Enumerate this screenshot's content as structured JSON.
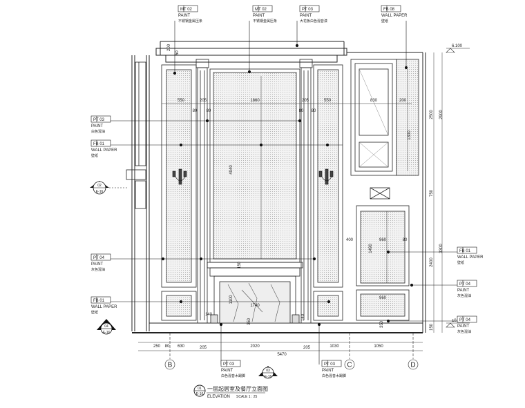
{
  "callouts_top": [
    {
      "code": "MT 02",
      "type": "PAINT",
      "note": "不锈钢金属压条"
    },
    {
      "code": "MT 02",
      "type": "PAINT",
      "note": "不锈钢金属压条"
    },
    {
      "code": "PT 03",
      "type": "PAINT",
      "note": "大花板白色混音漆"
    },
    {
      "code": "FB 08",
      "type": "WALL PAPER",
      "note": "壁纸"
    }
  ],
  "callouts_left": [
    {
      "code": "PT 03",
      "type": "PAINT",
      "note": "白色混油"
    },
    {
      "code": "FB 01",
      "type": "WALL PAPER",
      "note": "壁纸"
    },
    {
      "code": "PT 04",
      "type": "PAINT",
      "note": "灰色混油"
    },
    {
      "code": "FB 01",
      "type": "WALL PAPER",
      "note": "壁纸"
    }
  ],
  "callouts_right": [
    {
      "code": "FB 01",
      "type": "WALL PAPER",
      "note": "壁纸"
    },
    {
      "code": "PT 04",
      "type": "PAINT",
      "note": "灰色混油"
    },
    {
      "code": "PT 04",
      "type": "PAINT",
      "note": "灰色混油"
    }
  ],
  "callouts_bottom": [
    {
      "code": "PT 03",
      "type": "PAINT",
      "note": "白色混音木踢脚"
    },
    {
      "code": "PT 03",
      "type": "PAINT",
      "note": "白色混音木踢脚"
    }
  ],
  "section_marks": [
    {
      "num": "02",
      "sheet": "E-16"
    },
    {
      "num": "04",
      "sheet": "E-16"
    },
    {
      "num": "03",
      "sheet": "E-16"
    }
  ],
  "dims": {
    "top_200": "200",
    "top_50": "50",
    "w_550_left": "550",
    "w_1860": "1860",
    "w_550_right": "550",
    "w_205_a": "205",
    "w_205_b": "205",
    "w_80_a": "80",
    "w_80_b": "80",
    "w_80_c": "80",
    "w_80_d": "80",
    "w_830": "830",
    "w_200": "200",
    "h_4040": "4040",
    "h_1300": "1300",
    "h_1490": "1490",
    "h_150_a": "150",
    "h_1100": "1100",
    "w_1740": "1740",
    "h_350": "350",
    "h_140_a": "140",
    "h_140_b": "140",
    "w_400": "400",
    "w_960_a": "960",
    "w_960_b": "960",
    "h_80_r": "80",
    "h_350_r": "350",
    "bottom": [
      "250",
      "80",
      "630",
      "205",
      "2020",
      "205",
      "1030",
      "1050"
    ],
    "total": "5470",
    "right_h_2500": "2500",
    "right_h_2900": "2900",
    "right_h_750": "750",
    "right_h_3300": "3300",
    "right_h_2400": "2400",
    "right_h_150": "150",
    "level_top": "6.100",
    "level_bottom": "±0.000"
  },
  "grid_axes": [
    "B",
    "C",
    "D"
  ],
  "title_block": {
    "number": "01",
    "sheet": "E-16",
    "title_cn": "一层起居室及餐厅立面图",
    "title_en": "ELEVATION",
    "scale": "SCALE 1 : 25"
  }
}
